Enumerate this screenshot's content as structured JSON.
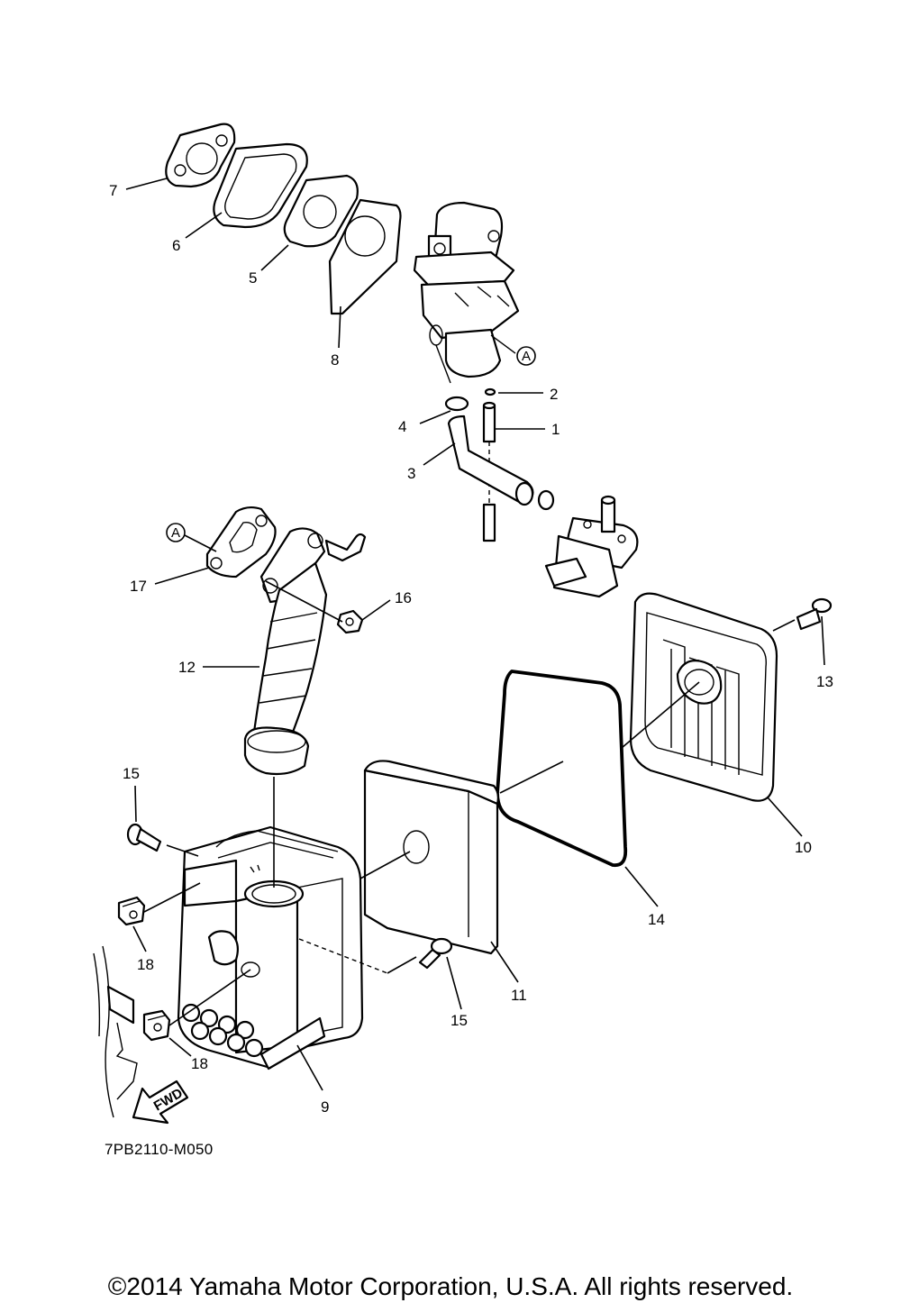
{
  "diagram": {
    "callouts": {
      "c1": "1",
      "c2": "2",
      "c3": "3",
      "c4": "4",
      "c5": "5",
      "c6": "6",
      "c7": "7",
      "c8": "8",
      "c9": "9",
      "c10": "10",
      "c11": "11",
      "c12": "12",
      "c13": "13",
      "c14": "14",
      "c15a": "15",
      "c15b": "15",
      "c16": "16",
      "c17": "17",
      "c18a": "18",
      "c18b": "18"
    },
    "reference_marks": {
      "ref_a1": "A",
      "ref_a2": "A"
    },
    "fwd_label": "FWD",
    "drawing_code": "7PB2110-M050"
  },
  "footer": {
    "copyright": "©2014 Yamaha Motor Corporation, U.S.A. All rights reserved."
  },
  "colors": {
    "line": "#000000",
    "background": "#ffffff"
  }
}
